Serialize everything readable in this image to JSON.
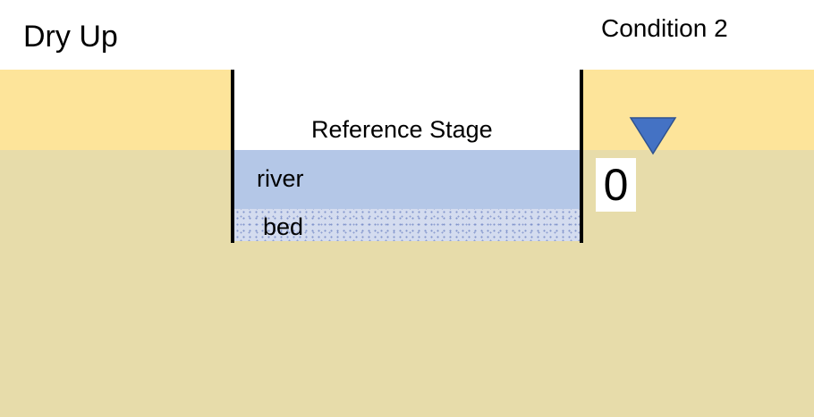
{
  "title": "Dry Up",
  "condition_label": "Condition 2",
  "reference_stage_label": "Reference Stage",
  "river_label": "river",
  "bed_label": "bed",
  "stage_value": "0",
  "colors": {
    "upper_soil": "#fde49a",
    "ground": "#e7dcaa",
    "river_water": "#b4c7e7",
    "bed": "#d4dcef",
    "stage_marker": "#4472c4"
  },
  "icons": {
    "stage_marker": "inverted-triangle-water-level-icon"
  }
}
